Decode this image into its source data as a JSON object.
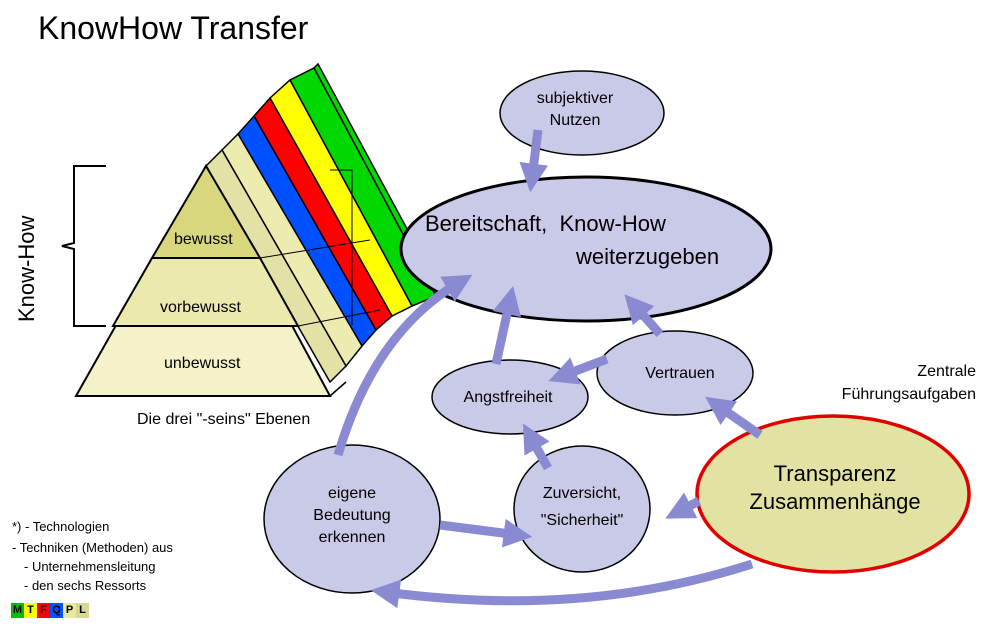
{
  "title": "KnowHow Transfer",
  "side_label": "Know-How",
  "pyramid": {
    "levels": [
      "bewusst",
      "vorbewusst",
      "unbewusst"
    ],
    "caption": "Die drei \"-seins\" Ebenen",
    "layer_colors": [
      "#00d800",
      "#ffff00",
      "#ff0000",
      "#0050ff",
      "#e8e8a0",
      "#d8d890"
    ]
  },
  "nodes": {
    "nutzen": "subjektiver\nNutzen",
    "bereitschaft_line1": "Bereitschaft,  Know-How",
    "bereitschaft_line2": "weiterzugeben",
    "vertrauen": "Vertrauen",
    "angstfreiheit": "Angstfreiheit",
    "zuversicht": "Zuversicht,",
    "sicherheit": "\"Sicherheit\"",
    "eigene": "eigene\nBedeutung\nerkennen",
    "transparenz": "Transparenz\nZusammenhänge"
  },
  "zentrale": "Zentrale\nFührungsaufgaben",
  "footnotes": {
    "line1": "*) - Technologien",
    "line2": "- Techniken (Methoden) aus",
    "line3": "- Unternehmensleitung",
    "line4": "- den sechs Ressorts"
  },
  "mtfqpl": [
    {
      "letter": "M",
      "color": "#00c000"
    },
    {
      "letter": "T",
      "color": "#ffff00"
    },
    {
      "letter": "F",
      "color": "#ff0000"
    },
    {
      "letter": "Q",
      "color": "#0050ff"
    },
    {
      "letter": "P",
      "color": "#e8e8a0"
    },
    {
      "letter": "L",
      "color": "#d8d890"
    }
  ],
  "colors": {
    "node_fill": "#c9c9e8",
    "arrow": "#8a8ad2",
    "highlight_fill": "#e2e2a2",
    "highlight_border": "#e00000"
  }
}
